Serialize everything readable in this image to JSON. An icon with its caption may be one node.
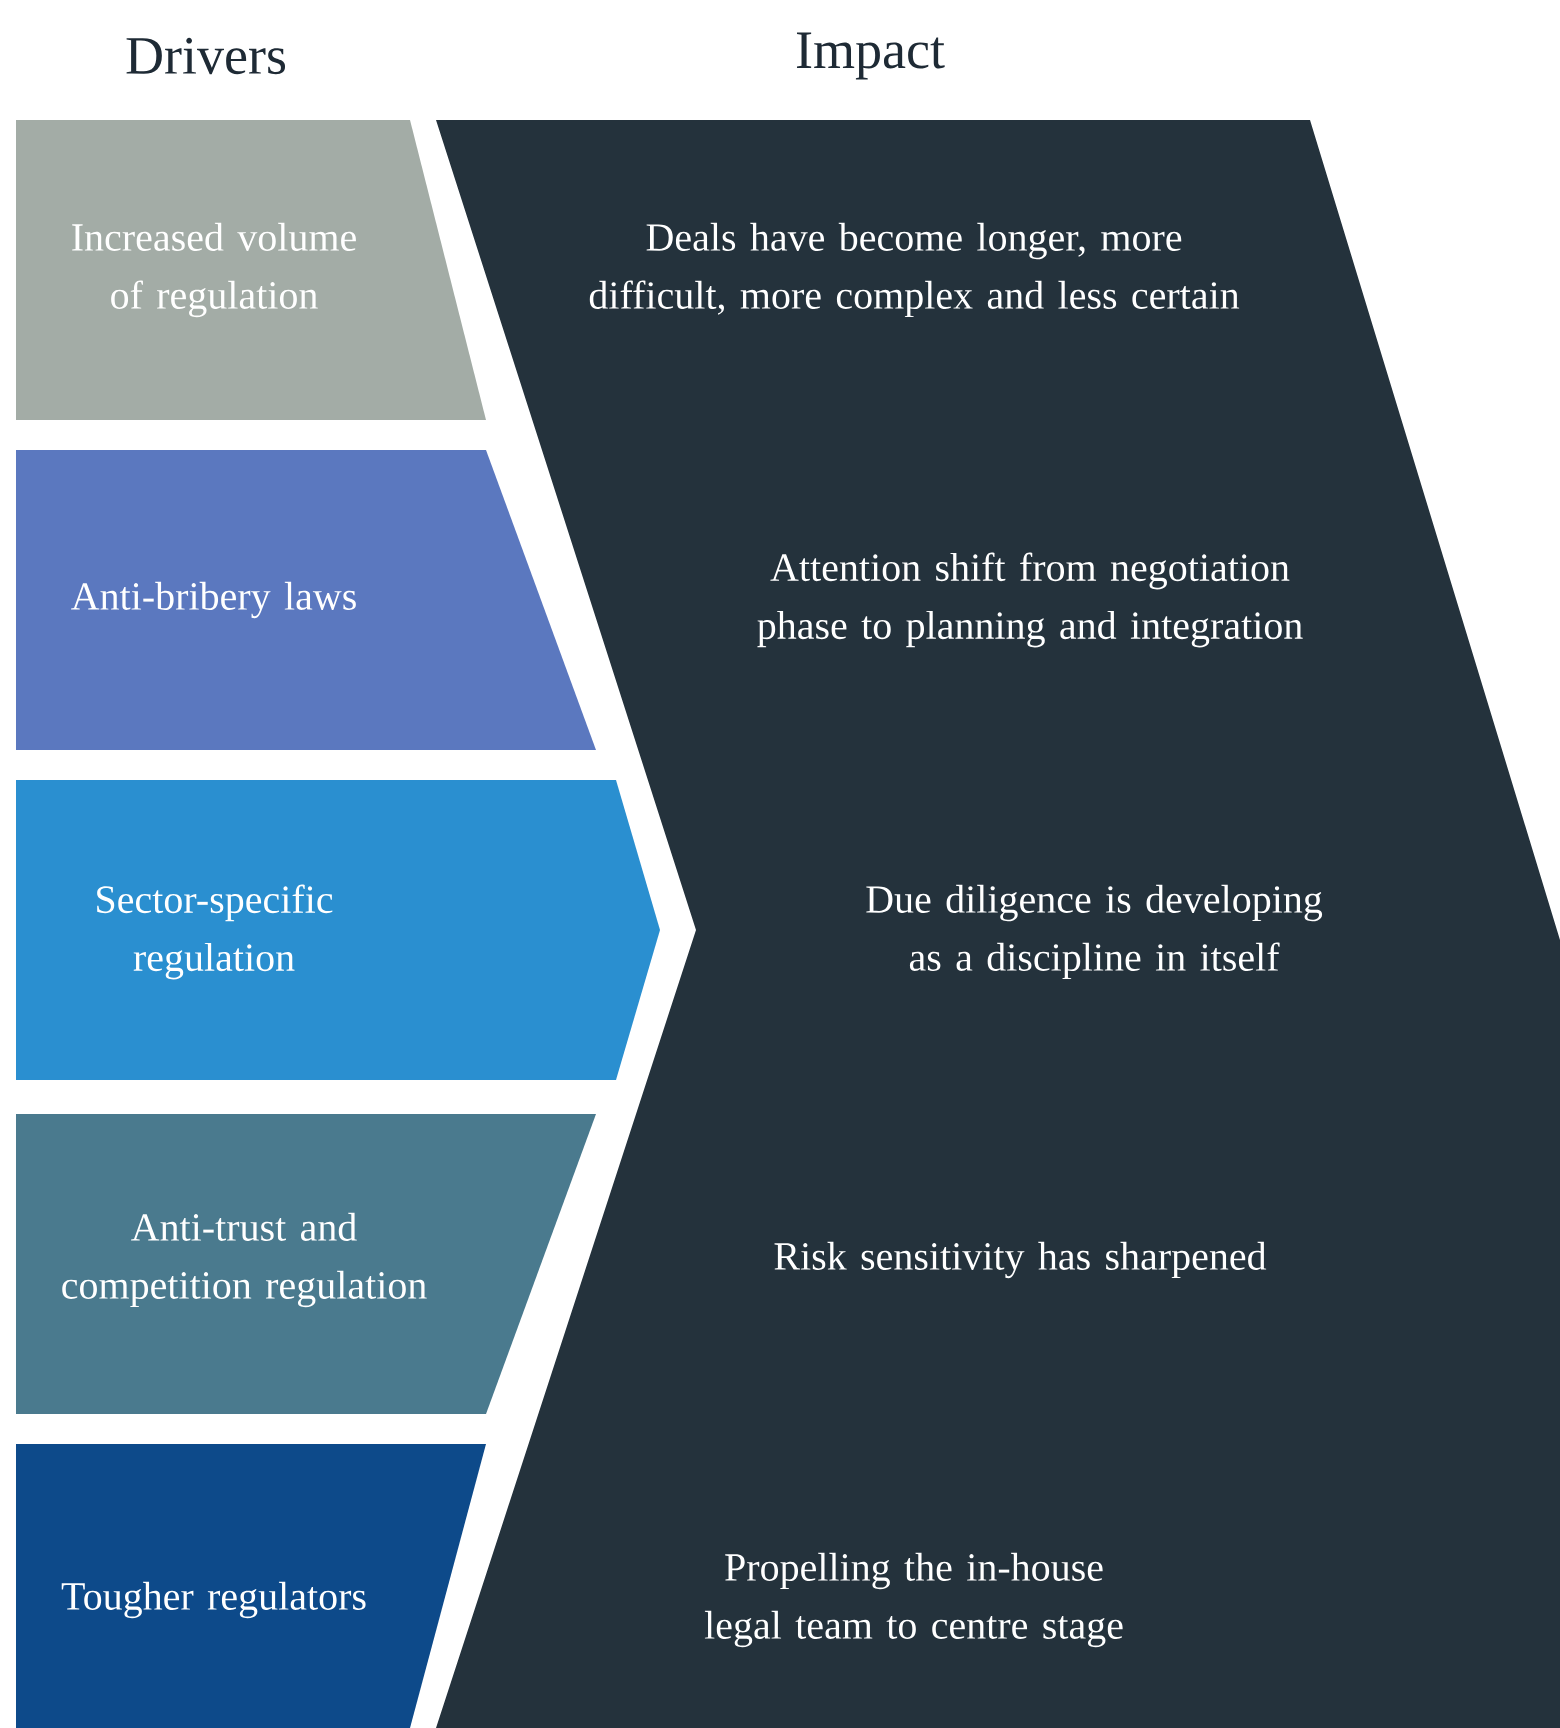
{
  "diagram": {
    "nodes": [
      {
        "text": [
          "Increased volume of regulation"
        ]
      },
      {
        "text": [
          "Anti-bribery laws"
        ]
      },
      {
        "text": [
          "Sector-specific regulation"
        ]
      },
      {
        "text": [
          "Anti-trust and competition regulation"
        ]
      },
      {
        "text": [
          "Tougher regulators"
        ]
      },
      {
        "text": [
          "Deals have become longer, more difficult, more complex and less certain",
          "Attention shift from negotiation phase to planning and integration",
          "Due diligence is developing as a discipline in itself",
          "Risk sensitivity has sharpened",
          "Propelling the in-house legal team to centre stage"
        ]
      }
    ],
    "labels": [
      "Drivers",
      "Impact"
    ]
  }
}
